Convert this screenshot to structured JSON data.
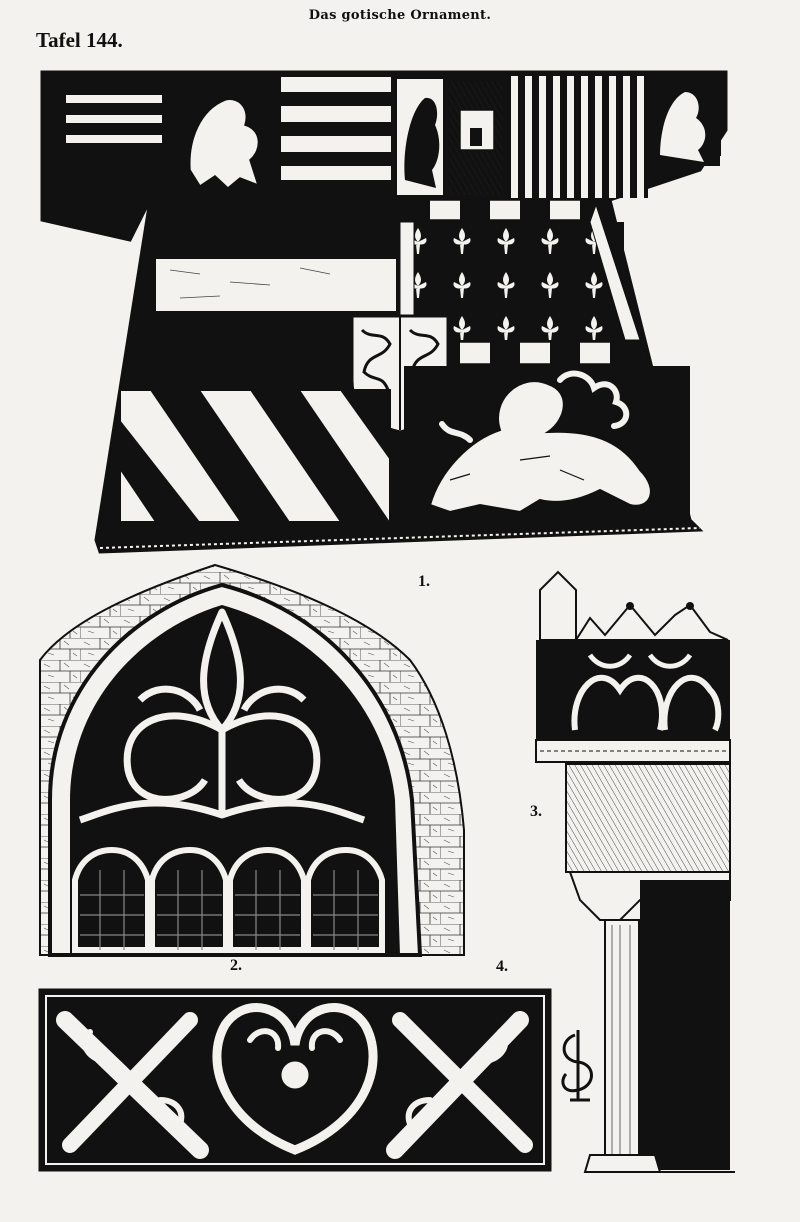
{
  "header": {
    "running_title": "Das gotische Ornament.",
    "plate": "Tafel 144."
  },
  "figures": [
    {
      "label": "1."
    },
    {
      "label": "2."
    },
    {
      "label": "3."
    },
    {
      "label": "4."
    }
  ],
  "colors": {
    "ink": "#111111",
    "paper": "#f4f2ee"
  }
}
